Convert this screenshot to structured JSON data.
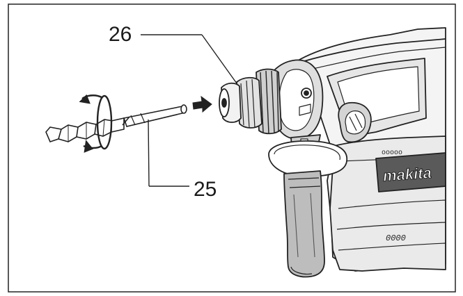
{
  "callouts": {
    "chuck": "26",
    "bit_shank": "25"
  },
  "tool": {
    "brand": "makita",
    "dots": "ooooo",
    "bottom_mark": "0000"
  },
  "colors": {
    "line": "#222222",
    "shade": "#d9d9d9",
    "dark_shade": "#9a9a9a",
    "background": "#ffffff"
  },
  "icons": {
    "rotation": "rotation-arrows-icon",
    "insert": "insert-arrow-icon"
  }
}
